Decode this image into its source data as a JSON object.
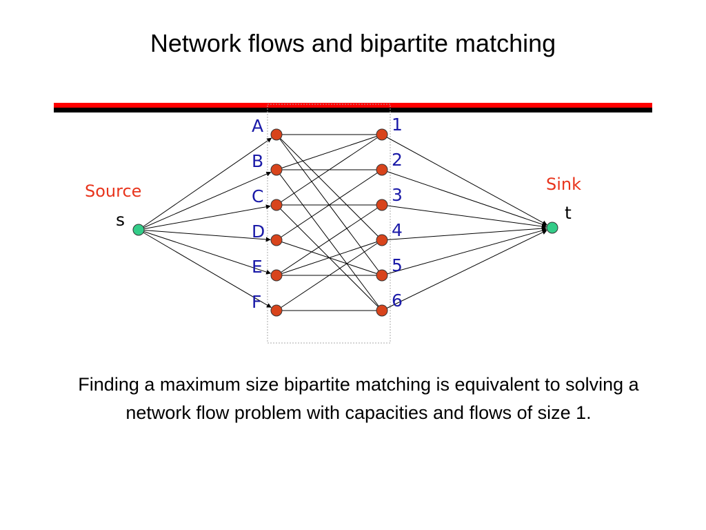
{
  "title": "Network flows and bipartite matching",
  "caption": "Finding a maximum size bipartite matching is equivalent to solving a network flow problem with capacities and flows of size 1.",
  "source": {
    "label": "Source",
    "symbol": "s"
  },
  "sink": {
    "label": "Sink",
    "symbol": "t"
  },
  "left_nodes": [
    "A",
    "B",
    "C",
    "D",
    "E",
    "F"
  ],
  "right_nodes": [
    "1",
    "2",
    "3",
    "4",
    "5",
    "6"
  ],
  "edges": [
    [
      "A",
      "1"
    ],
    [
      "A",
      "4"
    ],
    [
      "A",
      "5"
    ],
    [
      "B",
      "1"
    ],
    [
      "B",
      "2"
    ],
    [
      "B",
      "6"
    ],
    [
      "C",
      "1"
    ],
    [
      "C",
      "3"
    ],
    [
      "C",
      "6"
    ],
    [
      "D",
      "2"
    ],
    [
      "D",
      "5"
    ],
    [
      "E",
      "3"
    ],
    [
      "E",
      "4"
    ],
    [
      "E",
      "5"
    ],
    [
      "F",
      "4"
    ],
    [
      "F",
      "6"
    ]
  ],
  "colors": {
    "node_fill": "#d8441c",
    "terminal_fill": "#33cc88",
    "label_blue": "#1a1aa8",
    "label_red": "#e8341c",
    "rule_red": "#ff0000",
    "rule_black": "#000000"
  }
}
